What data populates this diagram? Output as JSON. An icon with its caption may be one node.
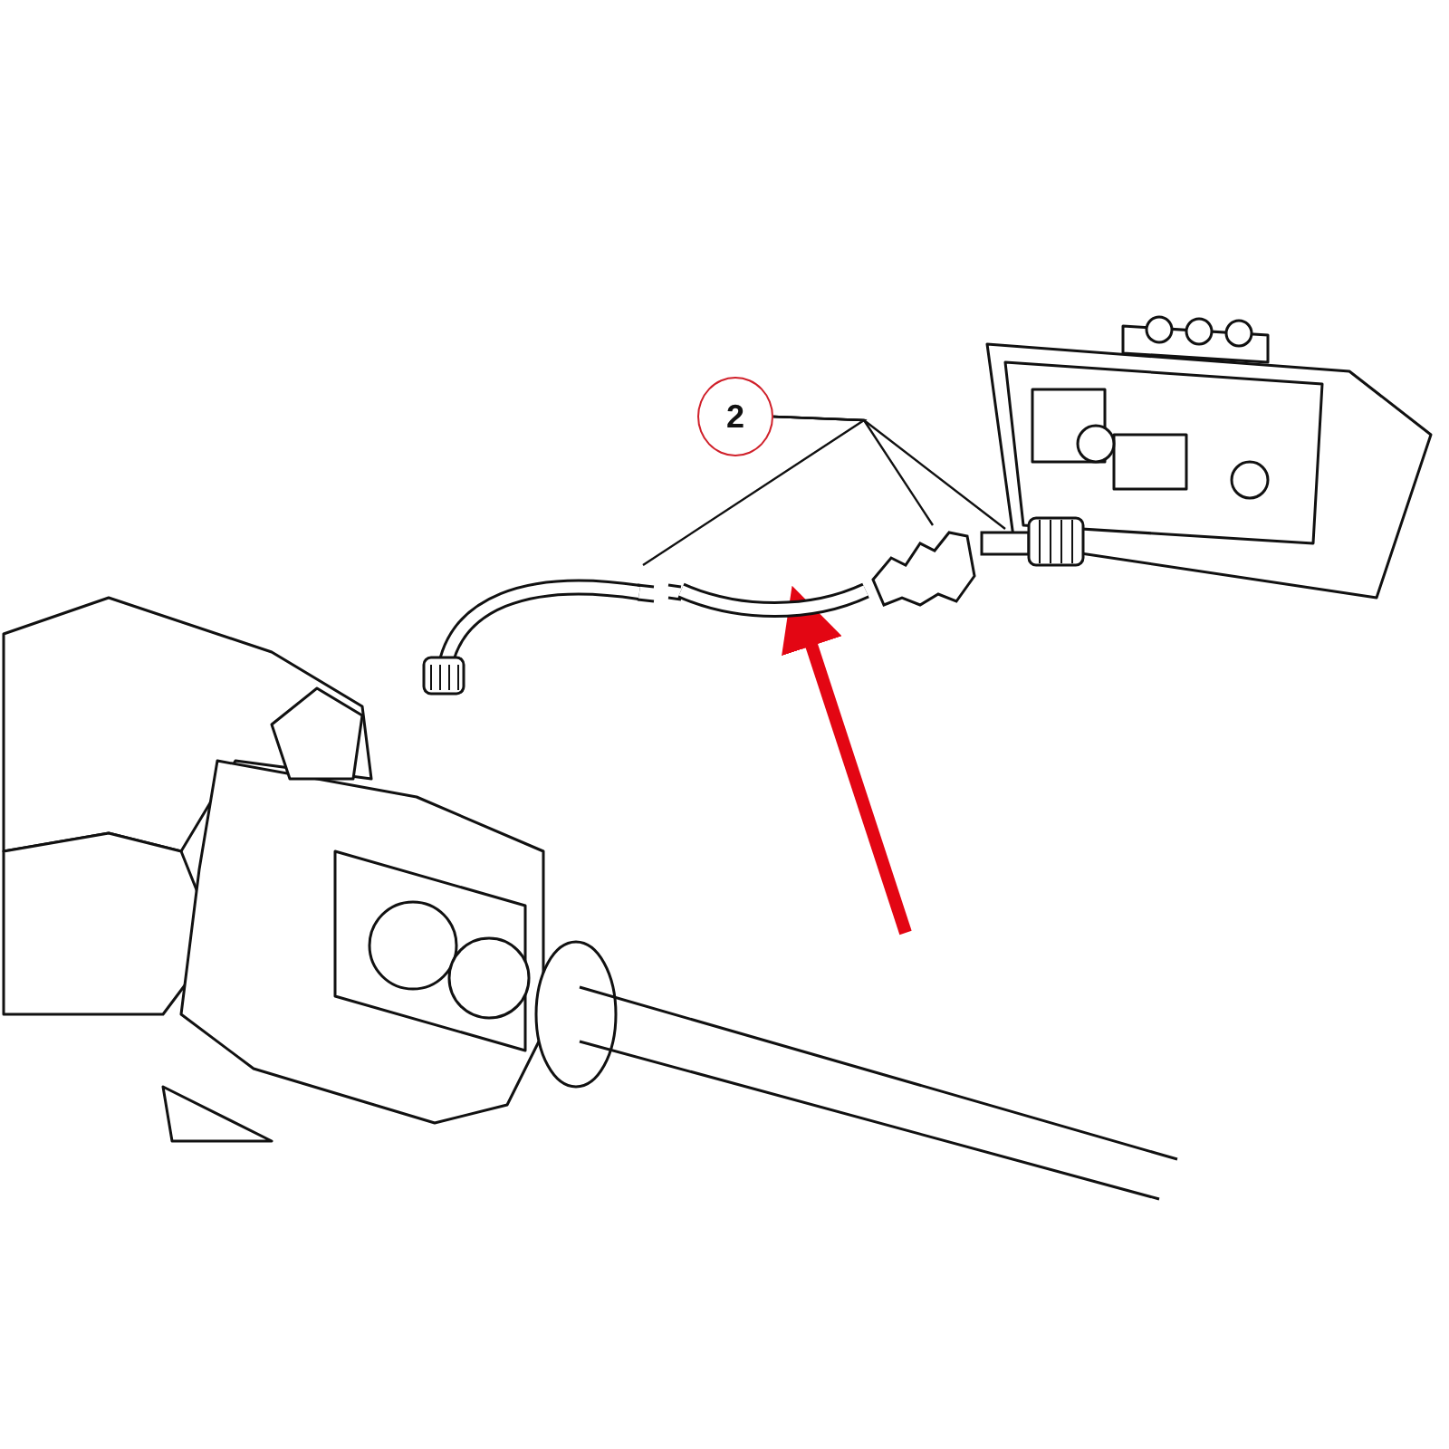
{
  "diagram": {
    "nodes": [
      {
        "text": [
          "2"
        ]
      },
      {
        "text": [],
        "shape": "picture"
      },
      {
        "text": [],
        "shape": "picture"
      },
      {
        "text": [],
        "shape": "picture"
      },
      {
        "text": [],
        "shape": "picture"
      }
    ],
    "edges": [
      {
        "from": 0,
        "to": 1,
        "arrow": "none"
      },
      {
        "from": 0,
        "to": 2,
        "arrow": "none"
      },
      {
        "from": 0,
        "to": 3,
        "arrow": "none"
      },
      {
        "from": null,
        "to": 4,
        "arrow": "to",
        "style": "thick",
        "color": "#e30613"
      }
    ]
  }
}
